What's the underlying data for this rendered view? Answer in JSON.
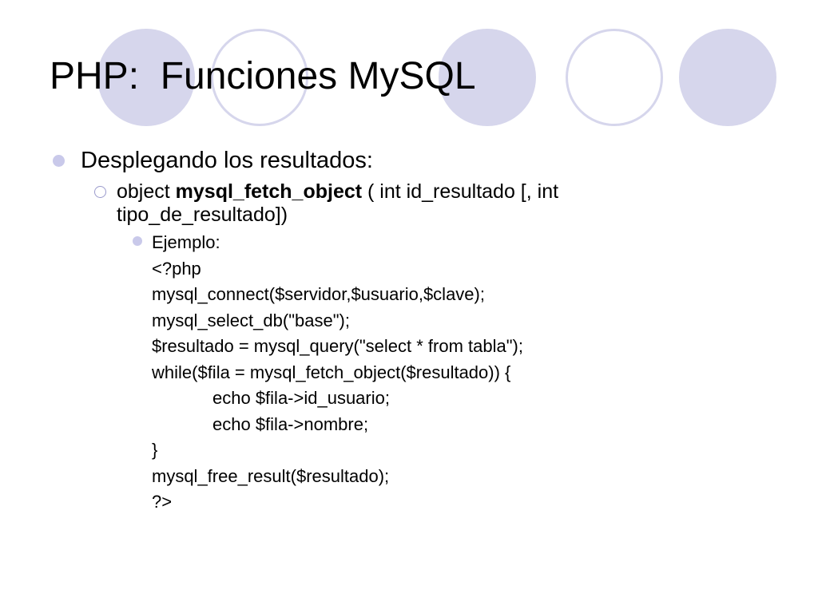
{
  "slide": {
    "title": "PHP:  Funciones MySQL",
    "bullet1": "Desplegando los resultados:",
    "bullet2": {
      "prefix": "object ",
      "function_name": "mysql_fetch_object",
      "suffix": " ( int id_resultado [, int tipo_de_resultado])"
    },
    "bullet3": {
      "label": "Ejemplo:",
      "code_lines": [
        "<?php",
        "mysql_connect($servidor,$usuario,$clave);",
        "mysql_select_db(\"base\");",
        "$resultado = mysql_query(\"select * from tabla\");",
        "while($fila = mysql_fetch_object($resultado)) {",
        "echo $fila->id_usuario;",
        "echo $fila->nombre;",
        "}",
        "mysql_free_result($resultado);",
        "?>"
      ]
    }
  },
  "colors": {
    "circle_fill": "#d6d6ec",
    "bullet_fill": "#c9c9ea",
    "ring_bullet": "#9a9acc"
  }
}
